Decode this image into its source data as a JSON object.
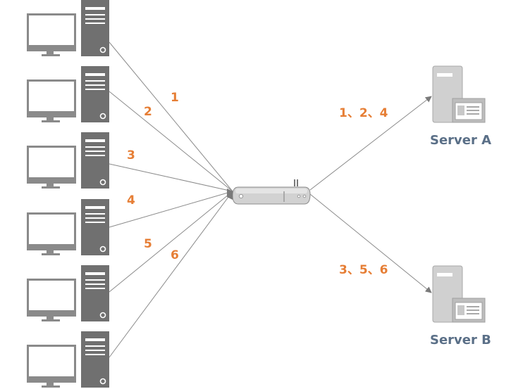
{
  "diagram": {
    "clients": [
      {
        "id": "client-1",
        "label": "1"
      },
      {
        "id": "client-2",
        "label": "2"
      },
      {
        "id": "client-3",
        "label": "3"
      },
      {
        "id": "client-4",
        "label": "4"
      },
      {
        "id": "client-5",
        "label": "5"
      },
      {
        "id": "client-6",
        "label": "6"
      }
    ],
    "router": {
      "name": "load-balancer"
    },
    "servers": [
      {
        "id": "server-a",
        "name": "Server A",
        "route_label": "1、2、4"
      },
      {
        "id": "server-b",
        "name": "Server B",
        "route_label": "3、5、6"
      }
    ],
    "colors": {
      "line": "#7a7a7a",
      "device": "#757575",
      "monitor_frame": "#8a8a8a",
      "screen": "#ffffff",
      "label_orange": "#e67e35",
      "server_label": "#5a6f87",
      "router_body": "#cfcfcf"
    }
  }
}
